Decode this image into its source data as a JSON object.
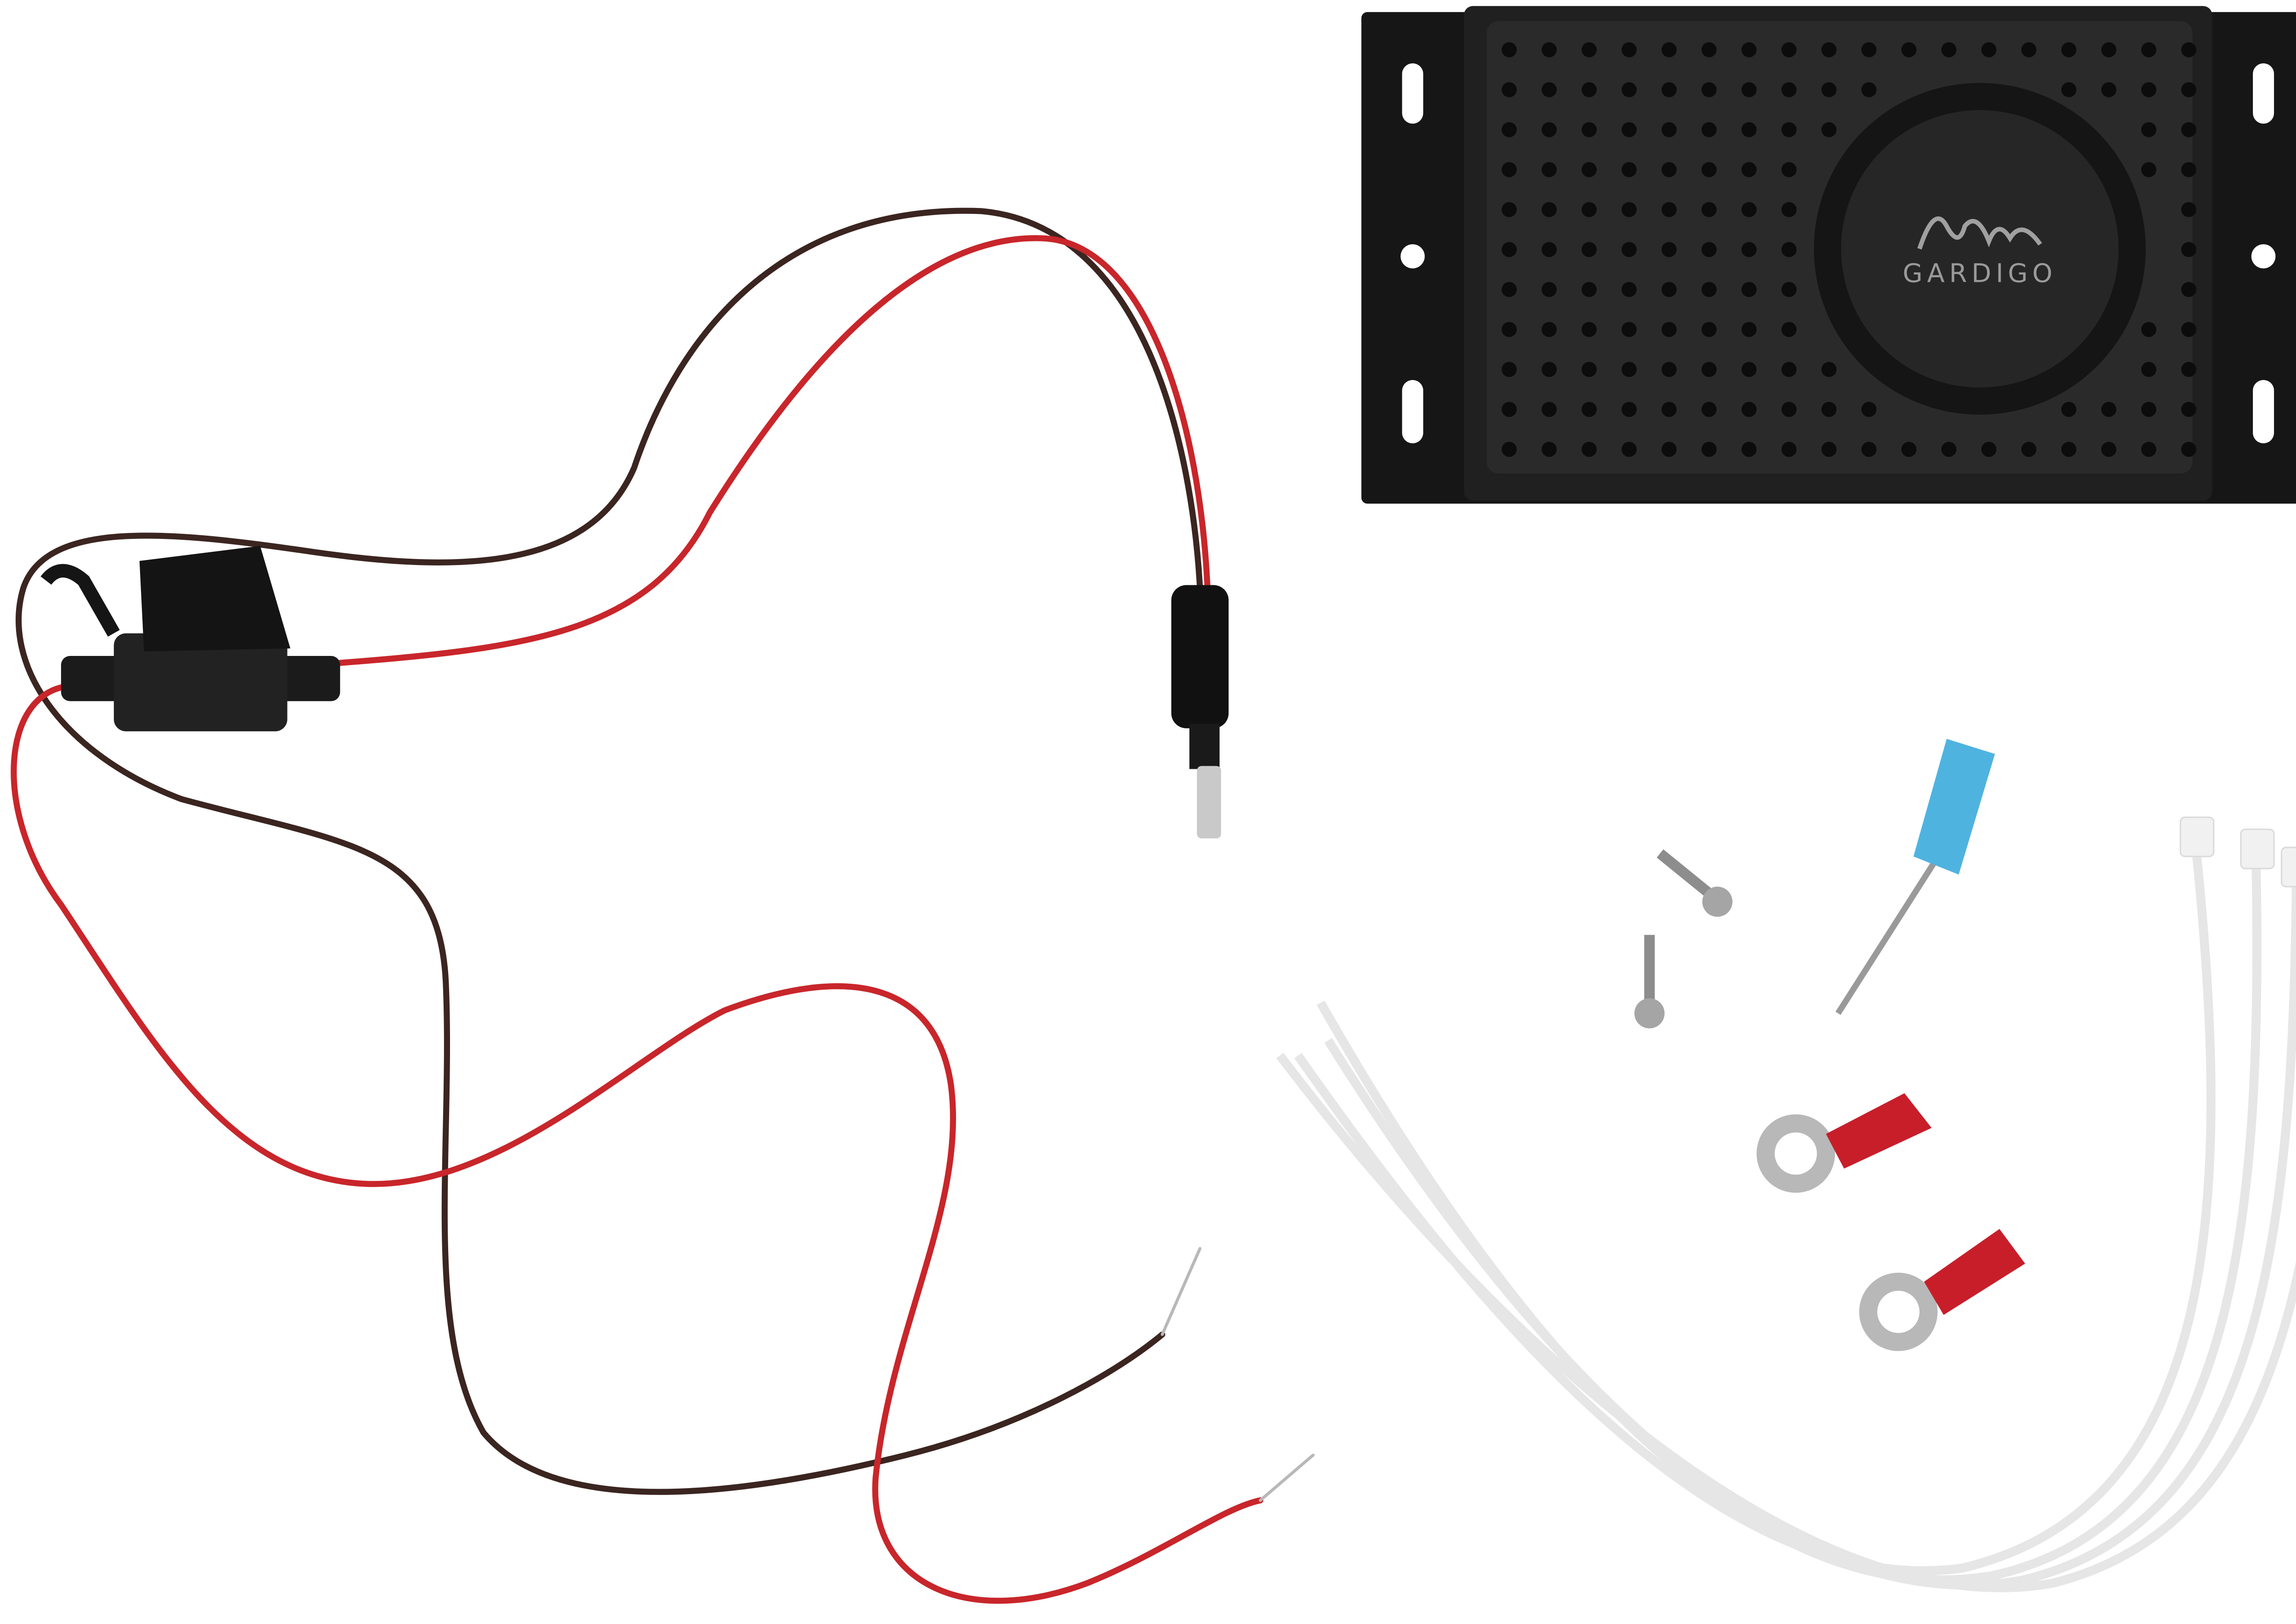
{
  "scene": {
    "description_items": [
      "alarm-unit",
      "power-cable-with-fuse",
      "dc-plug",
      "screws",
      "screwdriver",
      "ring-terminals",
      "cable-ties"
    ],
    "logo": {
      "text": "GARDIGO"
    },
    "colors": {
      "background": "#ffffff",
      "device": "#1c1c1c",
      "wire_red": "#c8262b",
      "wire_brown": "#3b2520",
      "screwdriver_handle": "#4fb3e0",
      "terminal_red": "#c81e2a",
      "cable_tie": "#ececec"
    }
  }
}
